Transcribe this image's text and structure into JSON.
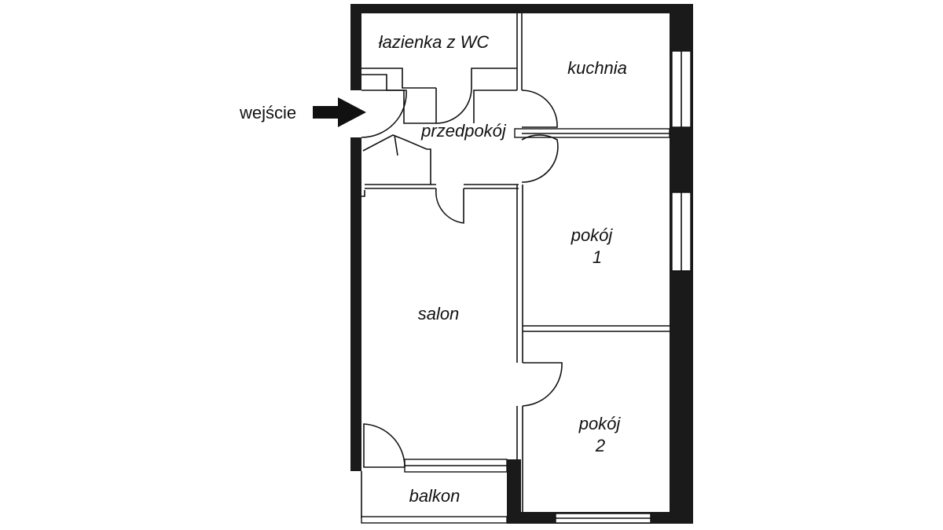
{
  "floorplan": {
    "entrance_label": "wejście",
    "rooms": {
      "bathroom": "łazienka z WC",
      "kitchen": "kuchnia",
      "hallway": "przedpokój",
      "room1_line1": "pokój",
      "room1_line2": "1",
      "living_room": "salon",
      "room2_line1": "pokój",
      "room2_line2": "2",
      "balcony": "balkon"
    },
    "colors": {
      "wall": "#1a1a1a",
      "background": "#ffffff"
    }
  }
}
